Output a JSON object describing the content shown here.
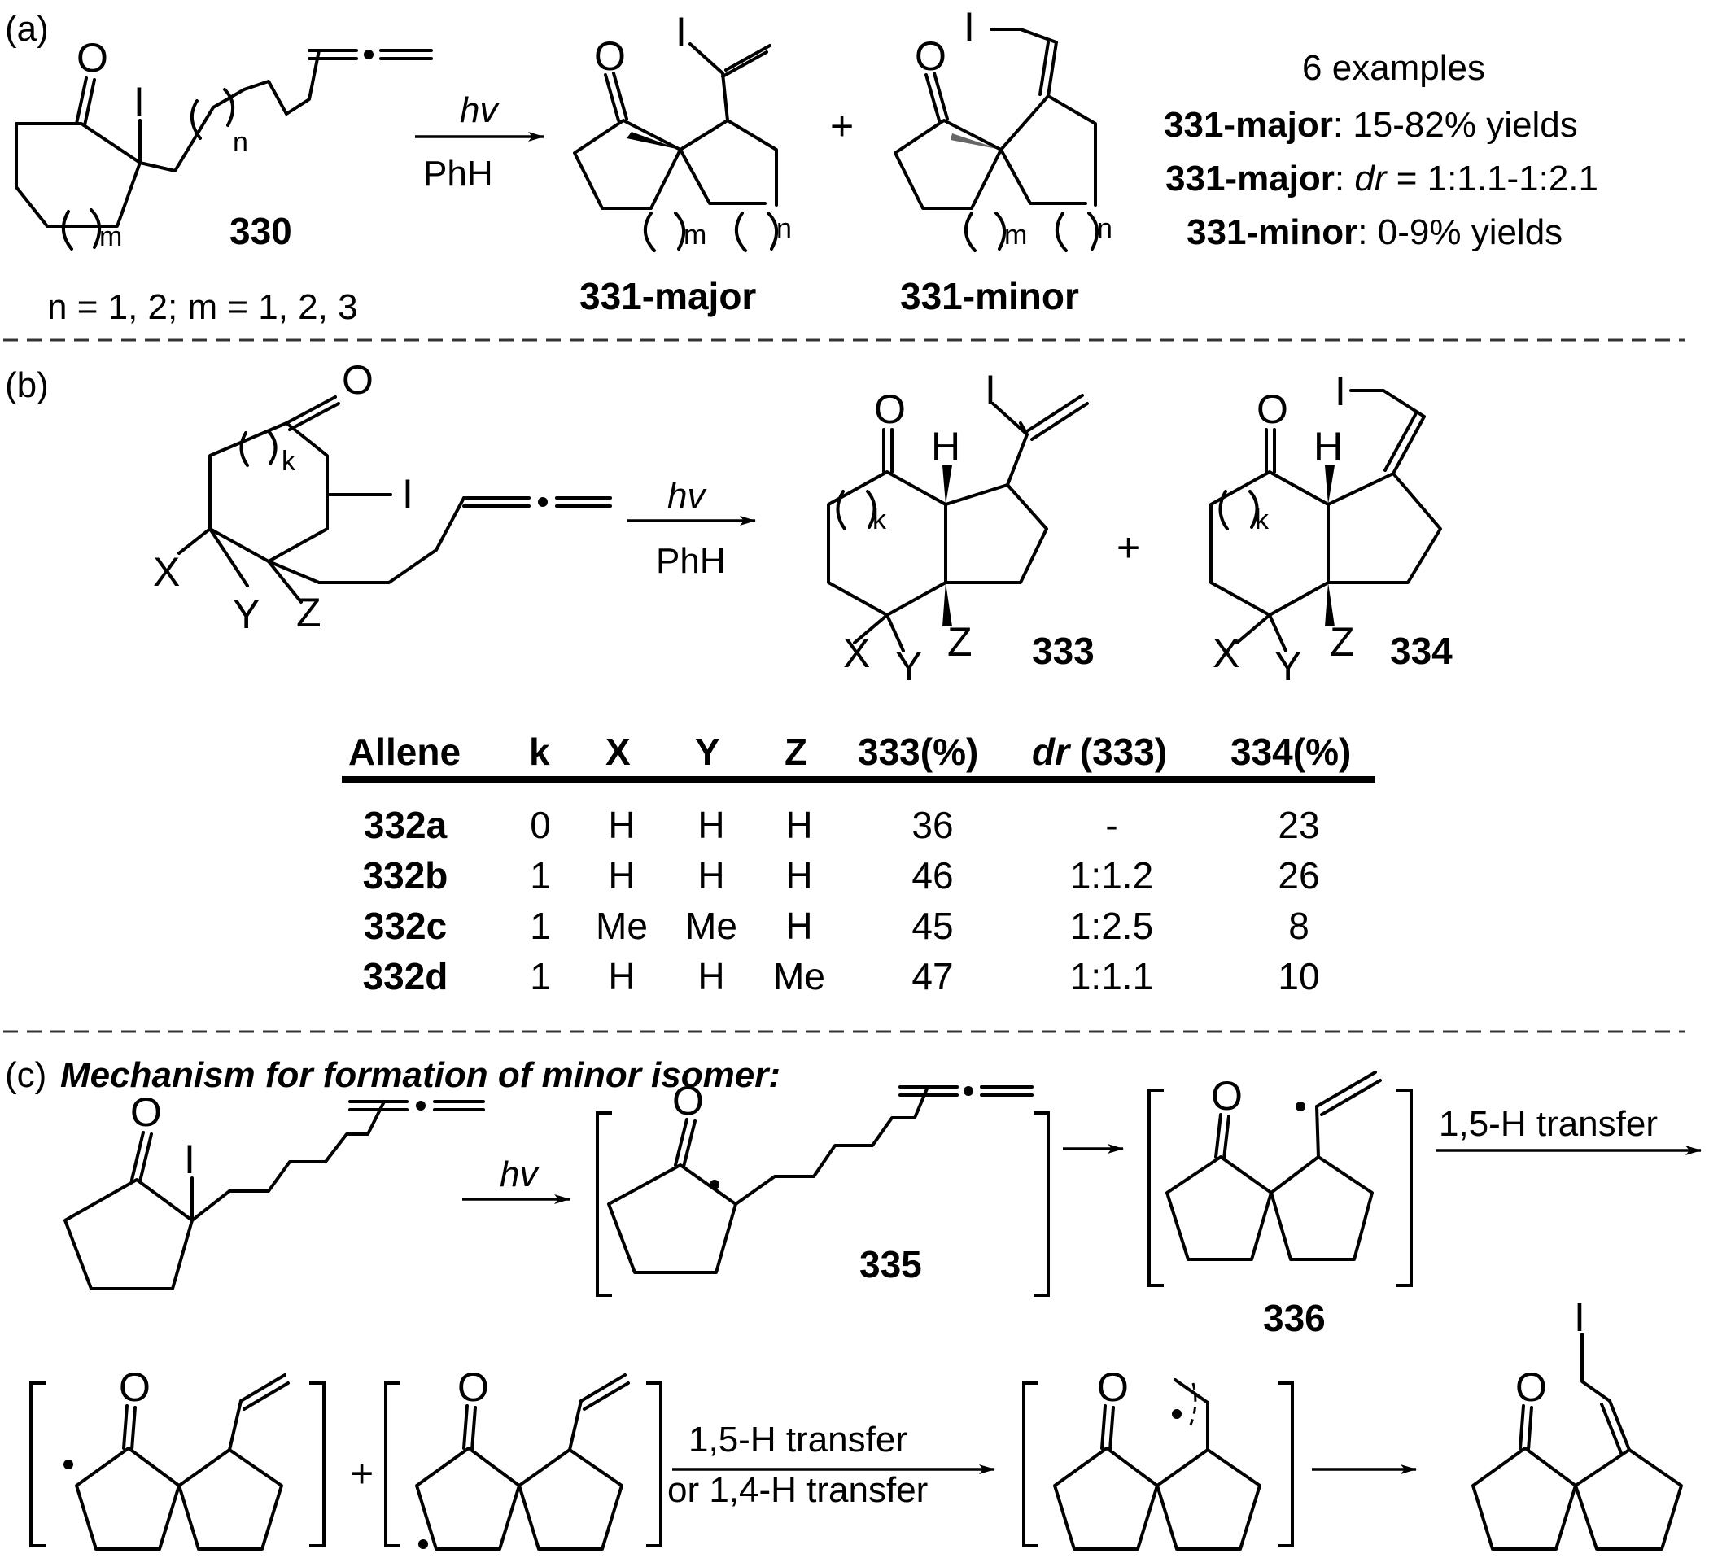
{
  "panel_a": {
    "label": "(a)",
    "reactant": {
      "id": "330",
      "conditions": "n = 1, 2; m = 1, 2, 3"
    },
    "conditions_top": "hv",
    "conditions_bottom": "PhH",
    "plus": "+",
    "product_major": "331-major",
    "product_minor": "331-minor",
    "summary": {
      "line1": "6 examples",
      "line2_bold": "331-major",
      "line2_rest": ": 15-82% yields",
      "line3_bold": "331-major",
      "line3_ital": "dr",
      "line3_rest": " = 1:1.1-1:2.1",
      "line4_bold": "331-minor",
      "line4_rest": ": 0-9% yields"
    }
  },
  "panel_b": {
    "label": "(b)",
    "conditions_top": "hv",
    "conditions_bottom": "PhH",
    "plus": "+",
    "product_a": "333",
    "product_b": "334",
    "table": {
      "headers": [
        "Allene",
        "k",
        "X",
        "Y",
        "Z",
        "333(%)",
        "dr",
        " (333)",
        "334(%)"
      ],
      "rows": [
        {
          "allene": "332a",
          "k": "0",
          "x": "H",
          "y": "H",
          "z": "H",
          "p333": "36",
          "dr": "-",
          "p334": "23"
        },
        {
          "allene": "332b",
          "k": "1",
          "x": "H",
          "y": "H",
          "z": "H",
          "p333": "46",
          "dr": "1:1.2",
          "p334": "26"
        },
        {
          "allene": "332c",
          "k": "1",
          "x": "Me",
          "y": "Me",
          "z": "H",
          "p333": "45",
          "dr": "1:2.5",
          "p334": "8"
        },
        {
          "allene": "332d",
          "k": "1",
          "x": "H",
          "y": "H",
          "z": "Me",
          "p333": "47",
          "dr": "1:1.1",
          "p334": "10"
        }
      ]
    }
  },
  "panel_c": {
    "label": "(c)",
    "title": "Mechanism for formation of minor isomer:",
    "step1": "hv",
    "intermediate_335": "335",
    "intermediate_336": "336",
    "step_ht": "1,5-H transfer",
    "plus": "+",
    "step_ht2_top": "1,5-H transfer",
    "step_ht2_bottom": "or 1,4-H transfer"
  },
  "atoms": {
    "O": "O",
    "I": "I",
    "H": "H",
    "X": "X",
    "Y": "Y",
    "Z": "Z",
    "n": "n",
    "m": "m",
    "k": "k"
  }
}
